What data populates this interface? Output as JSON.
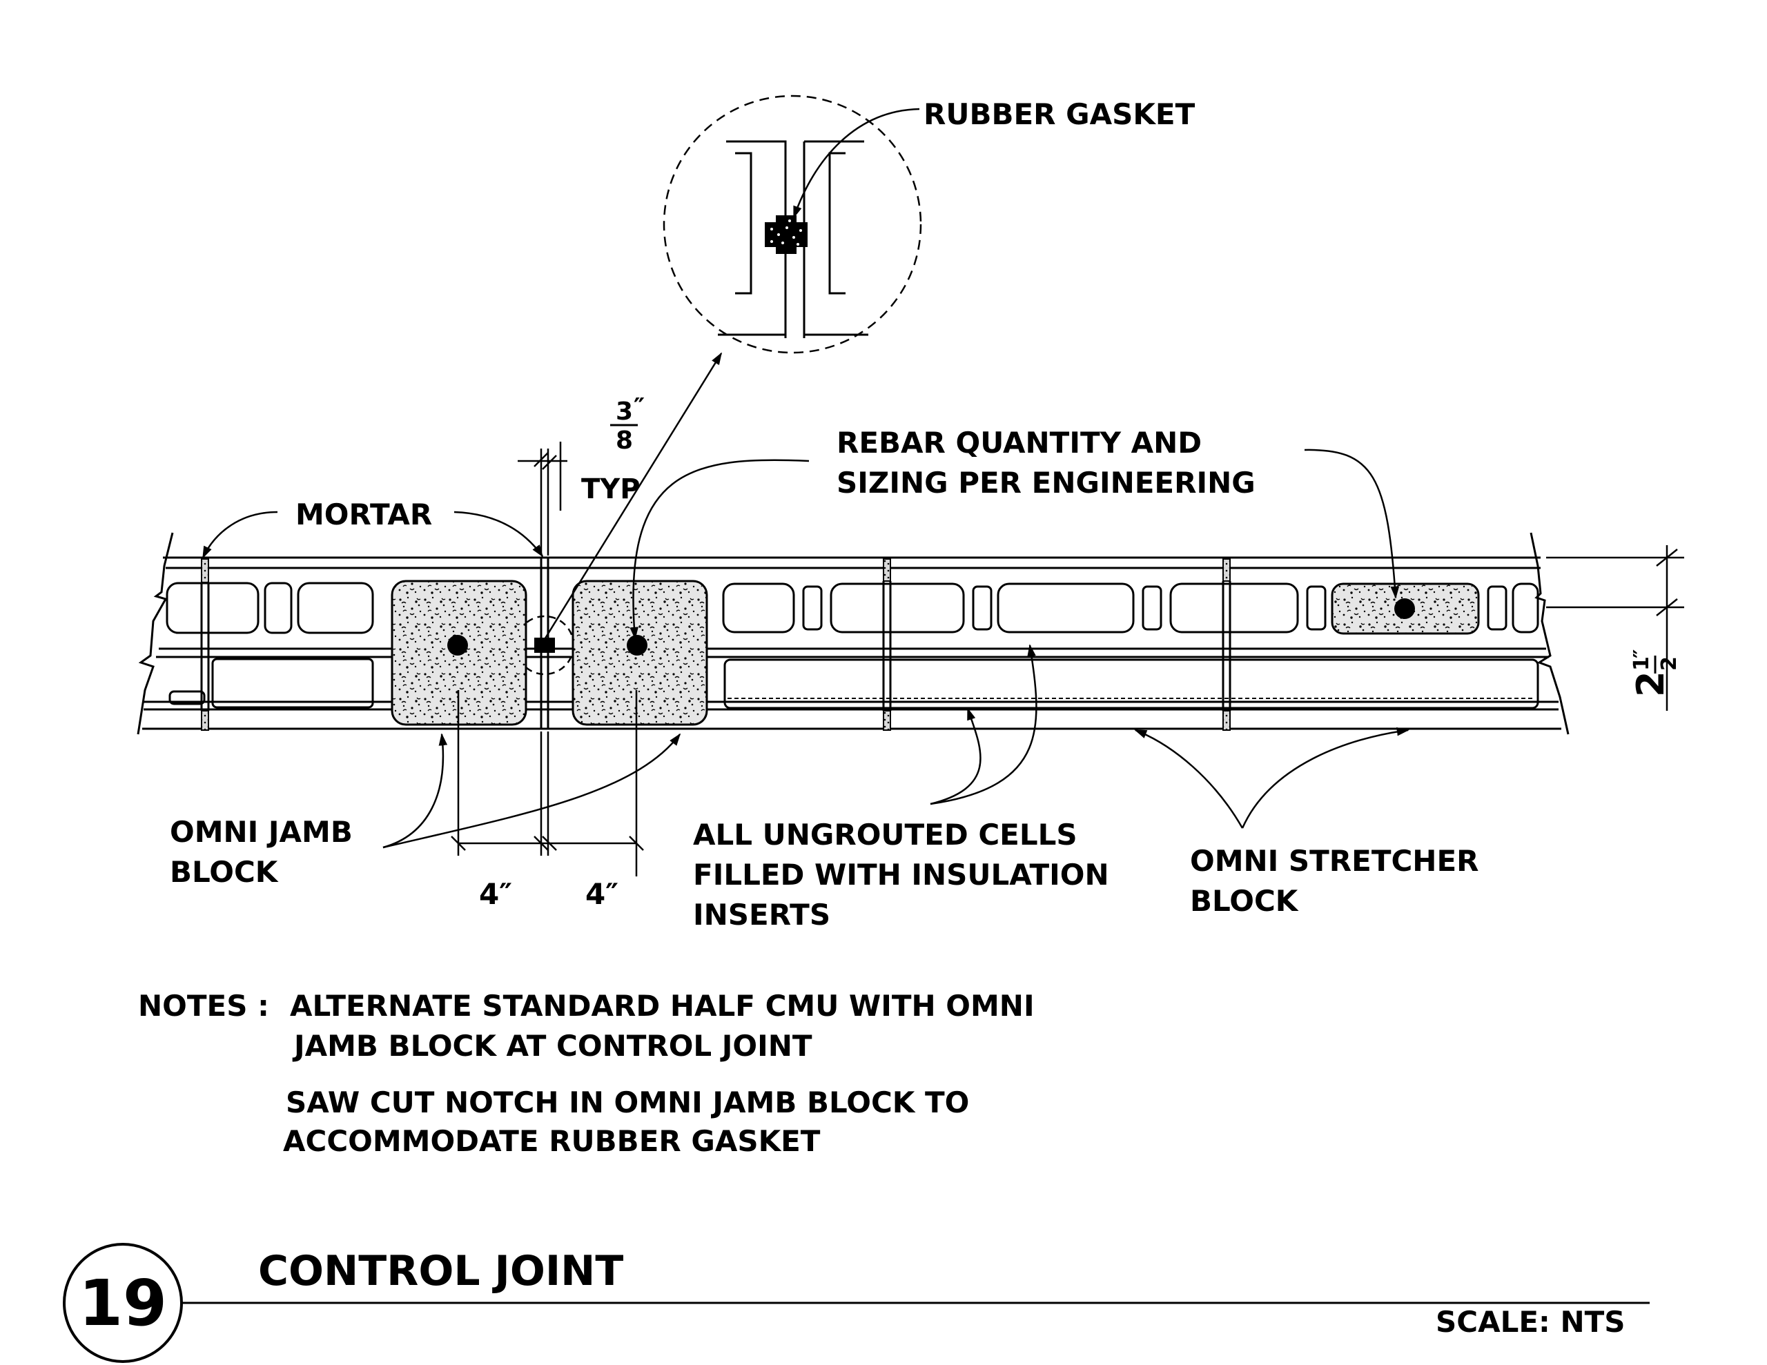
{
  "labels": {
    "rubber_gasket": "RUBBER GASKET",
    "mortar": "MORTAR",
    "rebar_line1": "REBAR QUANTITY AND",
    "rebar_line2": "SIZING PER ENGINEERING",
    "jamb_line1": "OMNI JAMB",
    "jamb_line2": "BLOCK",
    "cells_line1": "ALL UNGROUTED CELLS",
    "cells_line2": "FILLED WITH INSULATION",
    "cells_line3": "INSERTS",
    "stretcher_line1": "OMNI STRETCHER",
    "stretcher_line2": "BLOCK"
  },
  "dimensions": {
    "joint_num": "3",
    "joint_den": "8",
    "joint_unit": "″",
    "typ": "TYP",
    "left_4": "4″",
    "right_4": "4″",
    "depth_whole": "2",
    "depth_num": "1",
    "depth_unit": "″",
    "depth_den": "2"
  },
  "notes": {
    "prefix": "NOTES :",
    "line1": "ALTERNATE STANDARD HALF CMU WITH OMNI",
    "line2": "JAMB BLOCK AT CONTROL JOINT",
    "line3": "SAW CUT NOTCH IN OMNI JAMB BLOCK TO",
    "line4": "ACCOMMODATE RUBBER GASKET"
  },
  "title_block": {
    "detail_number": "19",
    "title": "CONTROL JOINT",
    "scale": "SCALE: NTS"
  }
}
